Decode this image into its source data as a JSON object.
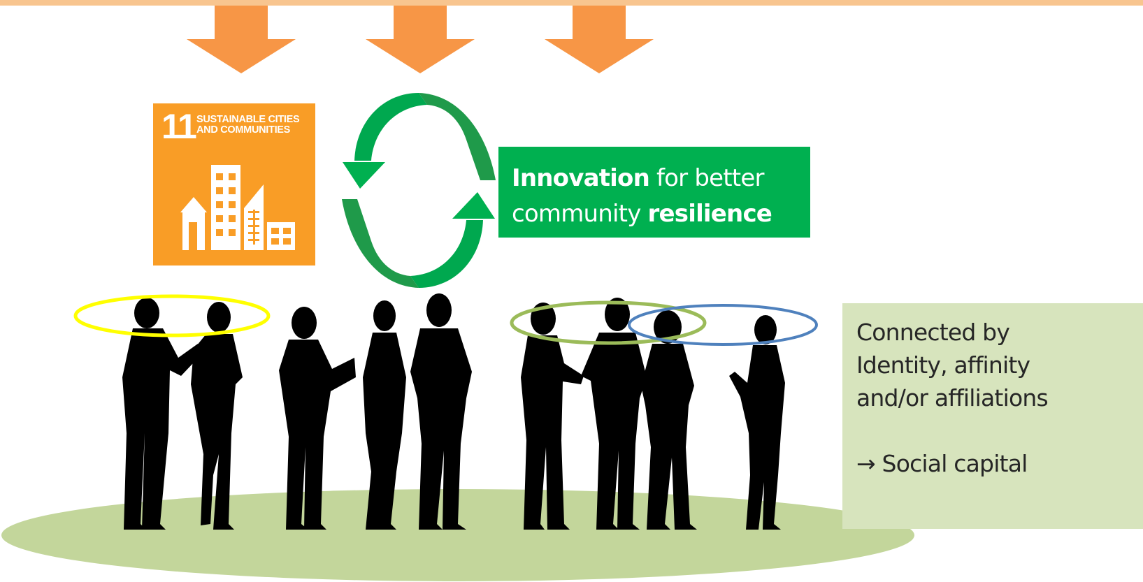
{
  "sdg_badge": {
    "number": "11",
    "title_line1": "SUSTAINABLE CITIES",
    "title_line2": "AND COMMUNITIES",
    "color": "#f99d26"
  },
  "innovation_box": {
    "word_innovation": "Innovation",
    "text_middle": " for better",
    "text_community": "community ",
    "word_resilience": "resilience",
    "color": "#00b050"
  },
  "connected_box": {
    "line1": "Connected by",
    "line2": "Identity, affinity",
    "line3": "and/or affiliations",
    "arrow": "→",
    "conclusion": " Social capital",
    "color": "#d7e4bd"
  },
  "colors": {
    "arrow_orange": "#f79646",
    "cycle_green": "#00b050",
    "ground": "#c3d69b",
    "ring_yellow": "#ffff00",
    "ring_green": "#9bbb59",
    "ring_blue": "#4f81bd",
    "silhouette": "#000000"
  },
  "icons": [
    "down-arrow-icon",
    "cycle-arrows-icon",
    "city-buildings-icon",
    "people-silhouettes",
    "connection-ring"
  ]
}
